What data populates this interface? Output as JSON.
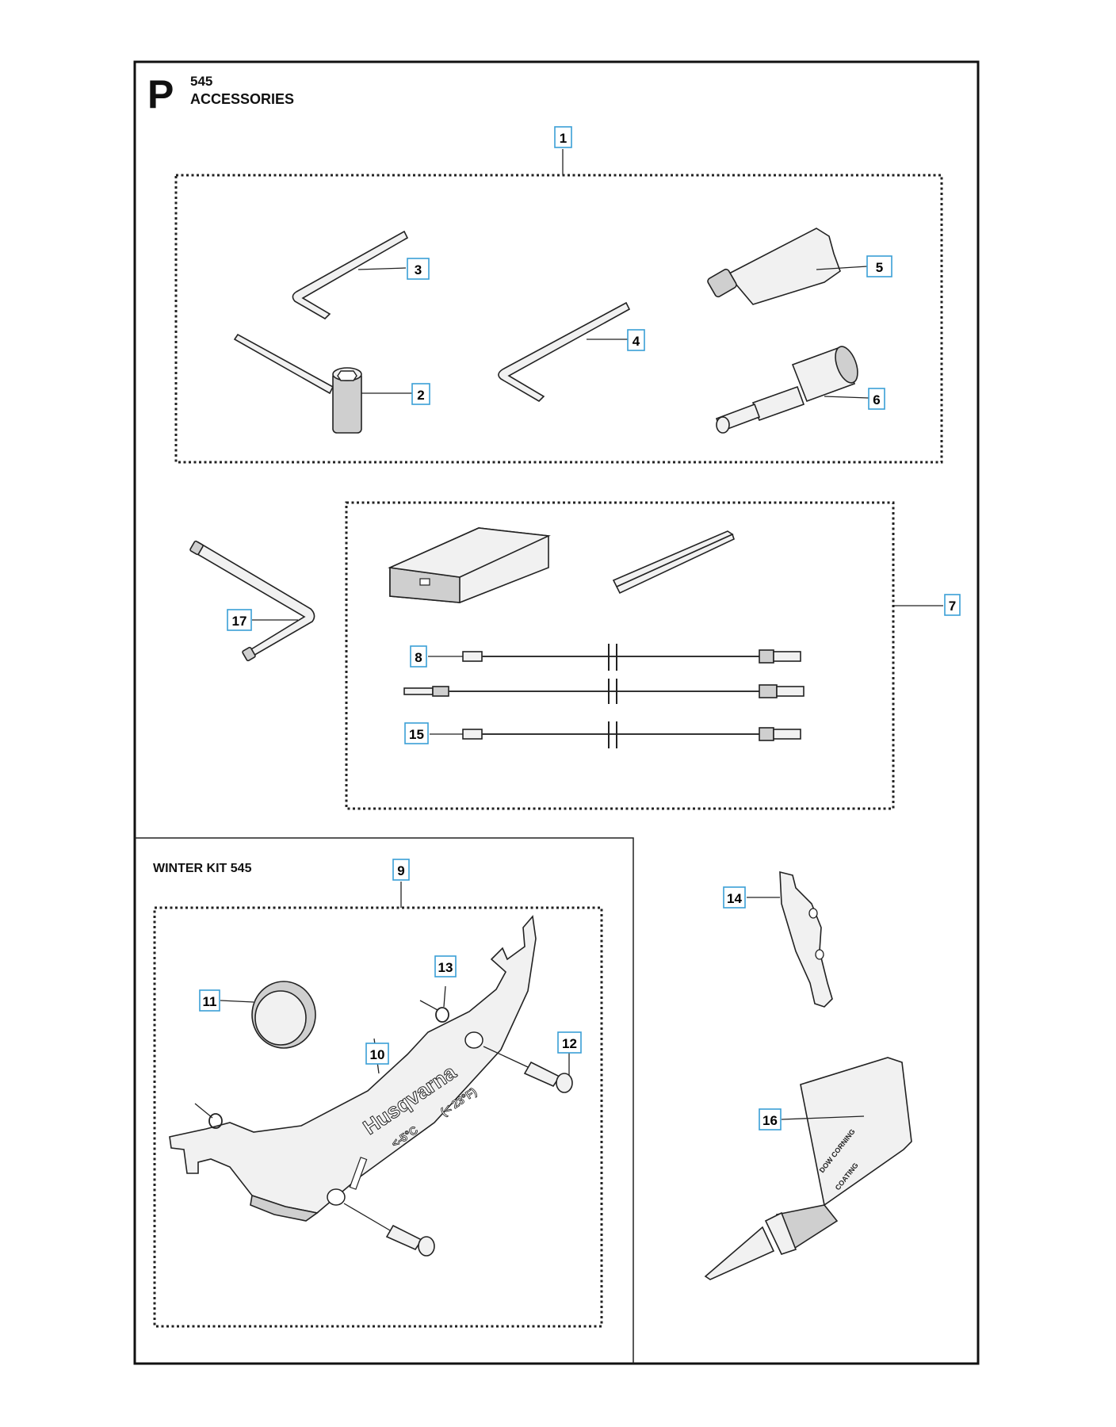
{
  "page": {
    "section_letter": "P",
    "model": "545",
    "title": "ACCESSORIES"
  },
  "winter_kit": {
    "label": "WINTER KIT 545",
    "logo_text": "Husqvarna",
    "temp_low": "<-5°C",
    "temp_f": "(< 23°F)"
  },
  "grease_tube_text": {
    "line1": "DOW CORNING",
    "line2": "COATING"
  },
  "callouts": [
    "1",
    "2",
    "3",
    "4",
    "5",
    "6",
    "7",
    "8",
    "9",
    "10",
    "11",
    "12",
    "13",
    "14",
    "15",
    "16",
    "17"
  ]
}
